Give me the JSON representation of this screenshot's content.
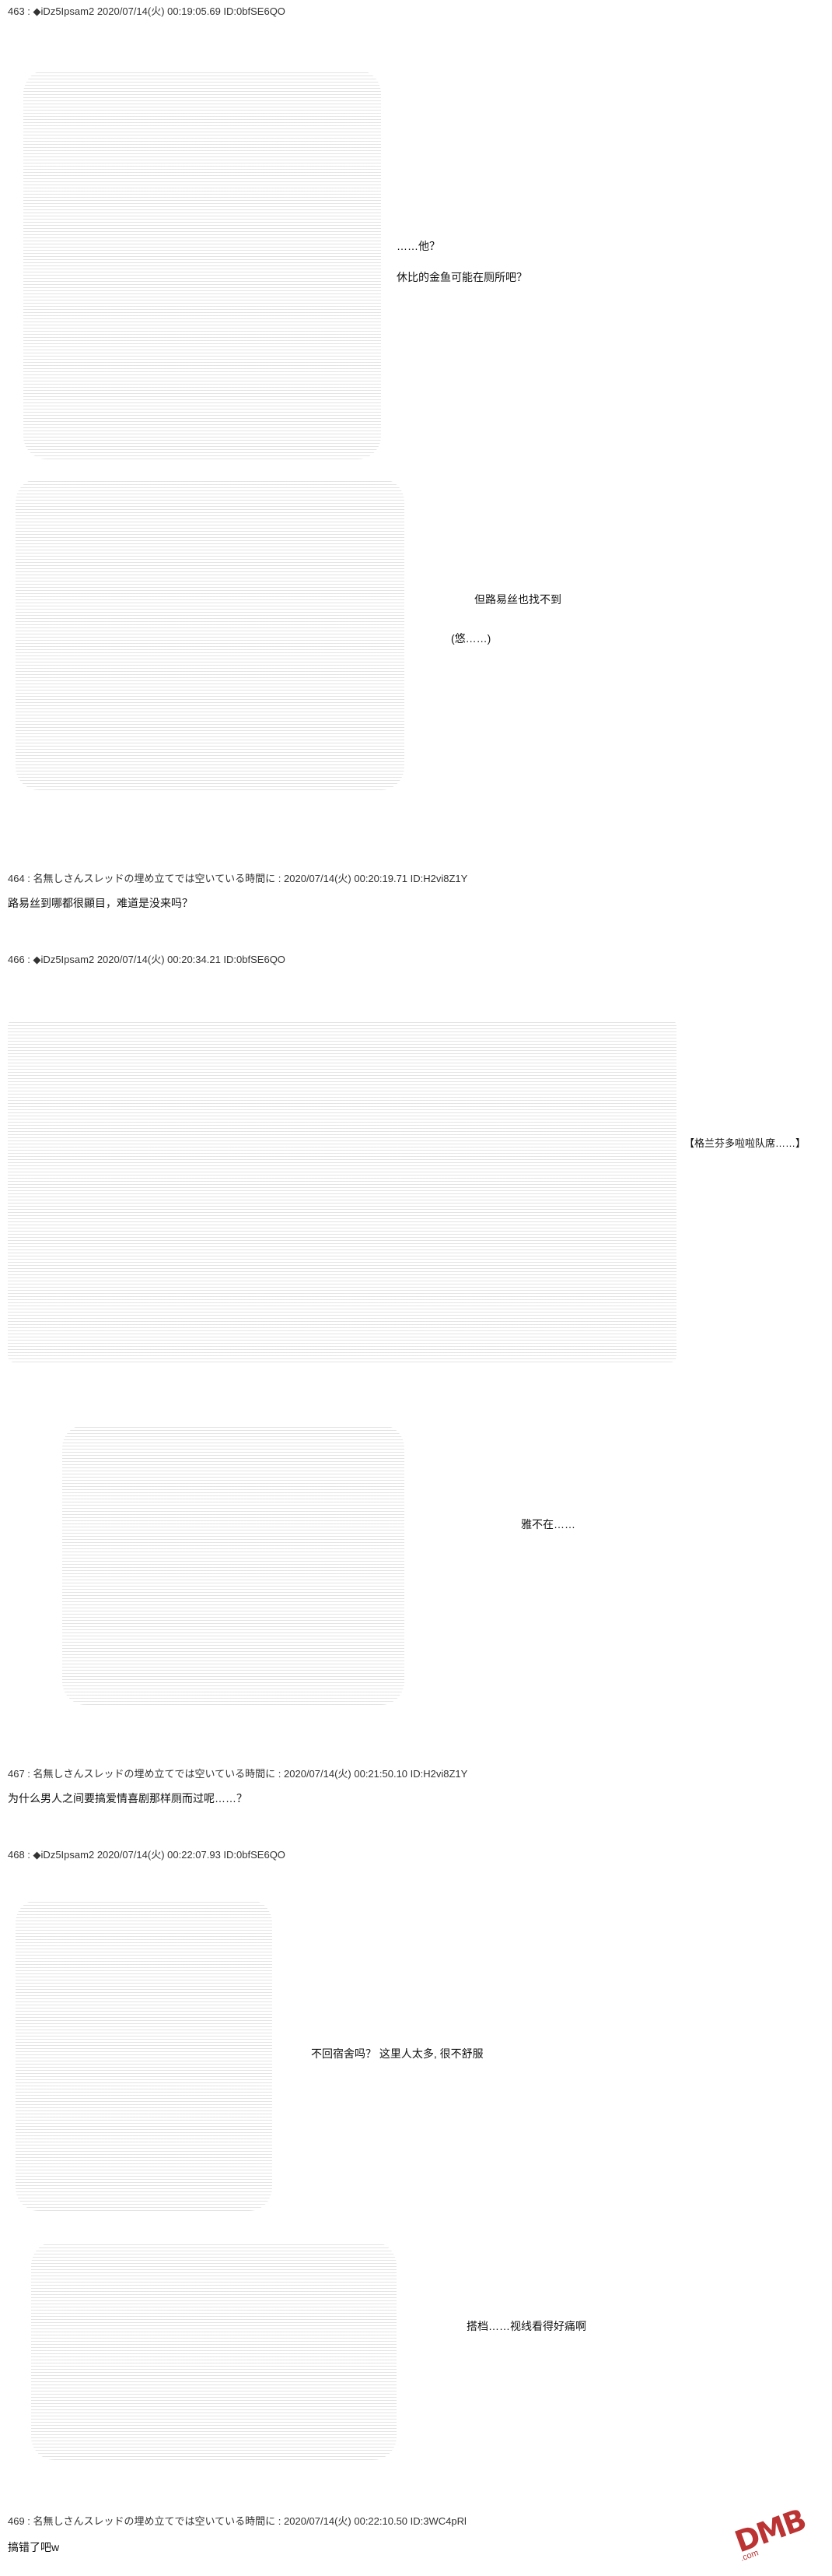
{
  "posts": [
    {
      "num": "463 :",
      "name": "◆iDz5Ipsam2",
      "meta": "2020/07/14(火) 00:19:05.69 ID:0bfSE6QO"
    },
    {
      "num": "464 :",
      "name": "名無しさんスレッドの埋め立てでは空いている時間に",
      "meta": ": 2020/07/14(火) 00:20:19.71 ID:H2vi8Z1Y"
    },
    {
      "num": "466 :",
      "name": "◆iDz5Ipsam2",
      "meta": "2020/07/14(火) 00:20:34.21 ID:0bfSE6QO"
    },
    {
      "num": "467 :",
      "name": "名無しさんスレッドの埋め立てでは空いている時間に",
      "meta": ": 2020/07/14(火) 00:21:50.10 ID:H2vi8Z1Y"
    },
    {
      "num": "468 :",
      "name": "◆iDz5Ipsam2",
      "meta": "2020/07/14(火) 00:22:07.93 ID:0bfSE6QO"
    },
    {
      "num": "469 :",
      "name": "名無しさんスレッドの埋め立てでは空いている時間に",
      "meta": ": 2020/07/14(火) 00:22:10.50 ID:3WC4pRl"
    }
  ],
  "bodies": {
    "p464": "路易丝到哪都很顯目，难道是没来吗？",
    "p467": "为什么男人之间要搞爱情喜剧那样厕而过呢……？",
    "p469": "搞错了吧w"
  },
  "dialogs": {
    "d1a": "……他？",
    "d1b": "休比的金鱼可能在厕所吧？",
    "d2a": "但路易丝也找不到",
    "d2b": "(悠……)",
    "d3": "【格兰芬多啦啦队席……】",
    "d4": "雅不在……",
    "d5": "不回宿舍吗？ 这里人太多, 很不舒服",
    "d6": "搭档……视线看得好痛啊"
  },
  "watermark": {
    "logo": "DMB",
    "sub": ".com"
  }
}
